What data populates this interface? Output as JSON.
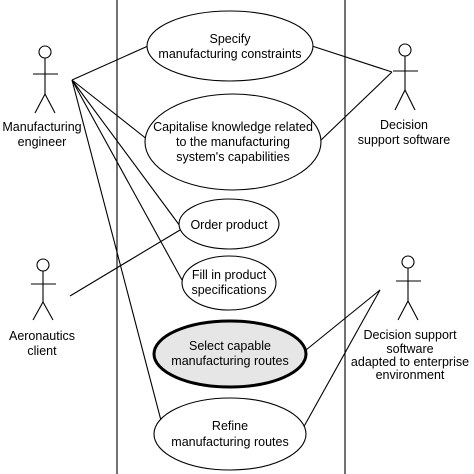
{
  "actors": {
    "manufacturing_engineer": {
      "lines": [
        "Manufacturing",
        "engineer"
      ]
    },
    "decision_support_software": {
      "lines": [
        "Decision",
        "support software"
      ]
    },
    "aeronautics_client": {
      "lines": [
        "Aeronautics",
        "client"
      ]
    },
    "decision_support_enterprise": {
      "lines": [
        "Decision support",
        "software",
        "adapted to enterprise",
        "environment"
      ]
    }
  },
  "use_cases": {
    "specify_constraints": {
      "lines": [
        "Specify",
        "manufacturing constraints"
      ],
      "highlighted": false
    },
    "capitalise_knowledge": {
      "lines": [
        "Capitalise knowledge related",
        "to the manufacturing",
        "system's capabilities"
      ],
      "highlighted": false
    },
    "order_product": {
      "lines": [
        "Order product"
      ],
      "highlighted": false
    },
    "fill_specifications": {
      "lines": [
        "Fill in product",
        "specifications"
      ],
      "highlighted": false
    },
    "select_routes": {
      "lines": [
        "Select capable",
        "manufacturing routes"
      ],
      "highlighted": true,
      "fill_color": "#e6e6e6"
    },
    "refine_routes": {
      "lines": [
        "Refine",
        "manufacturing routes"
      ],
      "highlighted": false
    }
  }
}
